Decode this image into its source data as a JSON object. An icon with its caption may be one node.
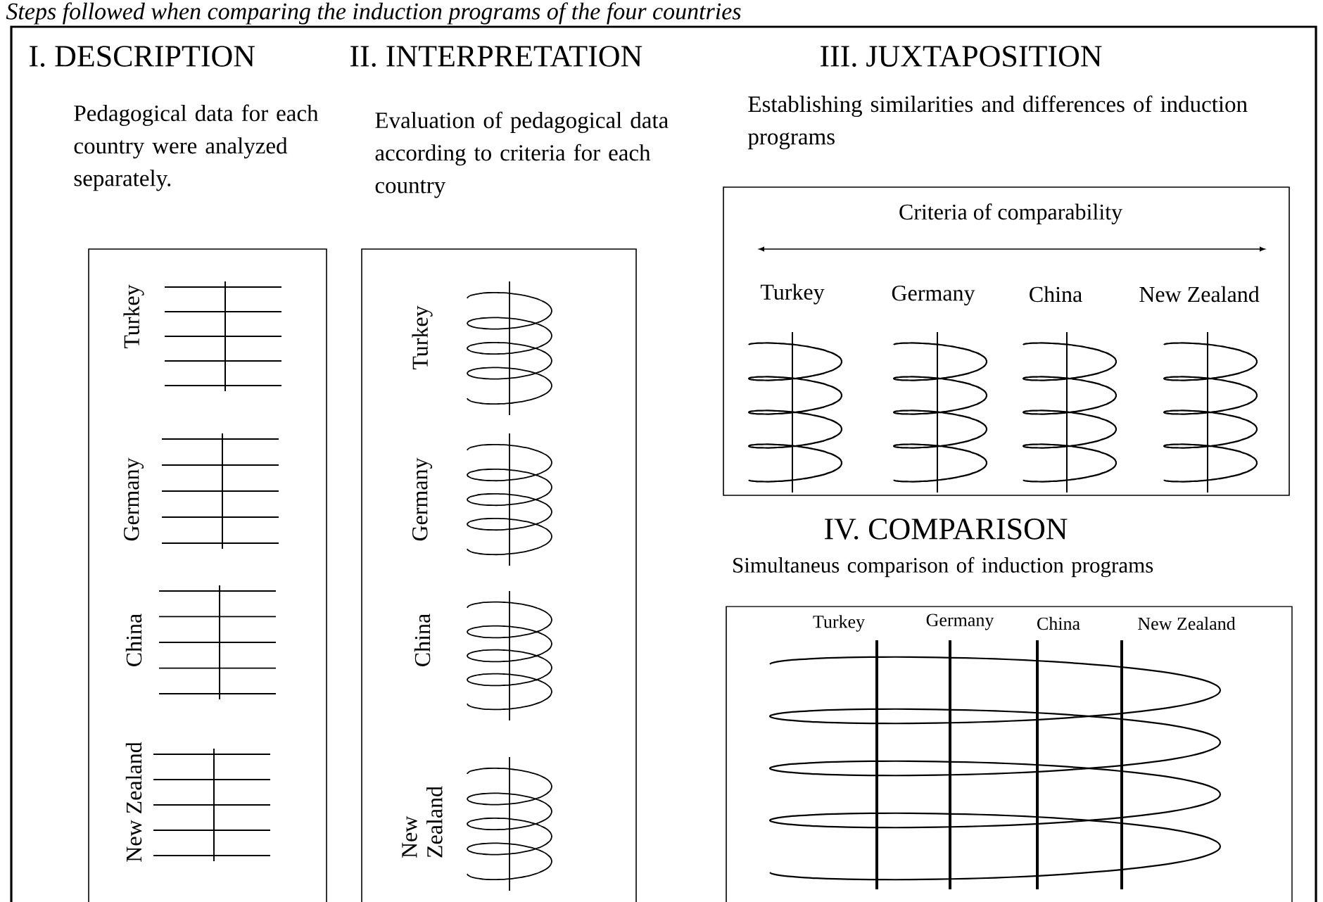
{
  "diagram": {
    "title": "Steps followed when comparing the induction programs of the four countries",
    "nodes": [
      {
        "text": [
          "I. DESCRIPTION",
          "Pedagogical data for each country were analyzed separately."
        ]
      },
      {
        "text": [
          "II. INTERPRETATION",
          "Evaluation of pedagogical data according to criteria for each country"
        ]
      },
      {
        "text": [
          "III. JUXTAPOSITION",
          "Establishing similarities and differences of induction programs",
          "Criteria of comparability"
        ]
      },
      {
        "text": [
          "IV. COMPARISON",
          "Simultaneus comparison of induction programs"
        ]
      }
    ],
    "labels": [
      "Turkey",
      "Germany",
      "China",
      "New Zealand",
      "Turkey",
      "Germany",
      "China",
      "New Zealand",
      "Turkey",
      "Germany",
      "China",
      "New Zealand",
      "Turkey",
      "Germany",
      "China",
      "New Zealand"
    ]
  }
}
